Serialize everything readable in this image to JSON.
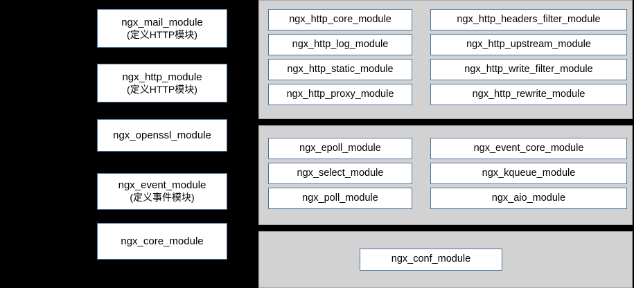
{
  "diagram": {
    "background_color": "#000000",
    "panel_color": "#d2d2d2",
    "box_fill": "#ffffff",
    "box_border": "#4a74a0"
  },
  "core_modules": {
    "name": "core-module-column",
    "items": [
      {
        "title": "ngx_mail_module",
        "subtitle": "(定义HTTP模块)"
      },
      {
        "title": "ngx_http_module",
        "subtitle": "(定义HTTP模块)"
      },
      {
        "title": "ngx_openssl_module",
        "subtitle": ""
      },
      {
        "title": "ngx_event_module",
        "subtitle": "(定义事件模块)"
      },
      {
        "title": "ngx_core_module",
        "subtitle": ""
      }
    ]
  },
  "http_group": {
    "name": "http-modules-panel",
    "left_column": [
      {
        "label": "ngx_http_core_module"
      },
      {
        "label": "ngx_http_log_module"
      },
      {
        "label": "ngx_http_static_module"
      },
      {
        "label": "ngx_http_proxy_module"
      }
    ],
    "right_column": [
      {
        "label": "ngx_http_headers_filter_module"
      },
      {
        "label": "ngx_http_upstream_module"
      },
      {
        "label": "ngx_http_write_filter_module"
      },
      {
        "label": "ngx_http_rewrite_module"
      }
    ]
  },
  "event_group": {
    "name": "event-modules-panel",
    "left_column": [
      {
        "label": "ngx_epoll_module"
      },
      {
        "label": "ngx_select_module"
      },
      {
        "label": "ngx_poll_module"
      }
    ],
    "right_column": [
      {
        "label": "ngx_event_core_module"
      },
      {
        "label": "ngx_kqueue_module"
      },
      {
        "label": "ngx_aio_module"
      }
    ]
  },
  "conf_group": {
    "name": "conf-modules-panel",
    "items": [
      {
        "label": "ngx_conf_module"
      }
    ]
  }
}
